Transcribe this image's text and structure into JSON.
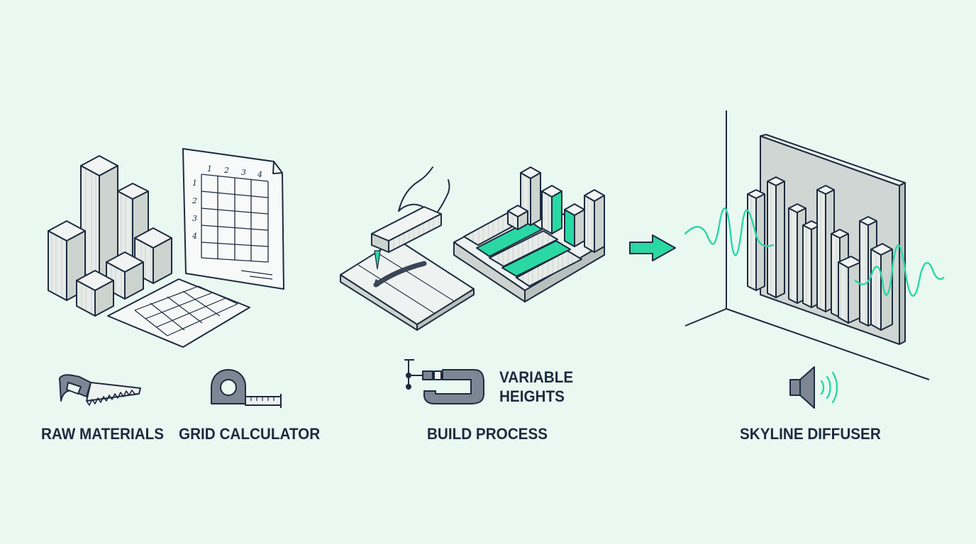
{
  "labels": {
    "raw_materials": "RAW MATERIALS",
    "grid_calculator": "GRID CALCULATOR",
    "variable_heights_line1": "VARIABLE",
    "variable_heights_line2": "HEIGHTS",
    "build_process": "BUILD PROCESS",
    "skyline_diffuser": "SKYLINE DIFFUSER"
  },
  "grid_sheet": {
    "col_numbers": [
      "1",
      "2",
      "3",
      "4"
    ],
    "row_numbers": [
      "1",
      "2",
      "3",
      "4"
    ]
  },
  "icons": [
    "saw-icon",
    "tape-measure-icon",
    "clamp-icon",
    "arrow-right-icon",
    "speaker-icon"
  ],
  "colors": {
    "background": "#eaf8f2",
    "ink": "#1d2b3f",
    "accent": "#2ad8a4",
    "wood": "#e6ebe8",
    "wall": "#cfd6d3"
  }
}
